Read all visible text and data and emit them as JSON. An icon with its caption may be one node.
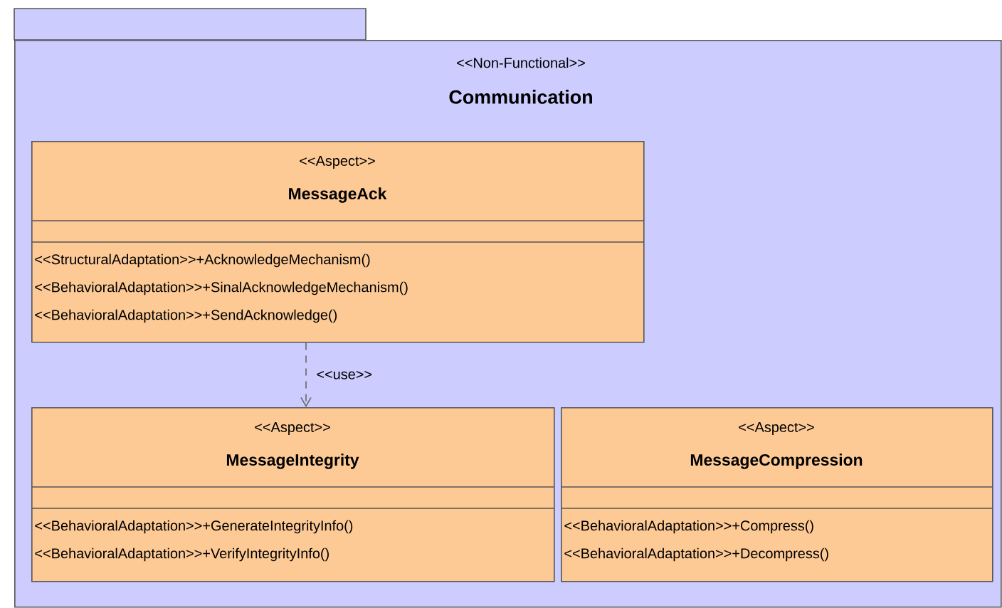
{
  "diagram": {
    "nodes": [
      {
        "text": [
          "<<Non-Functional>>",
          "Communication"
        ]
      },
      {
        "text": [
          "<<Aspect>>",
          "MessageAck",
          "<<StructuralAdaptation>>+AcknowledgeMechanism()",
          "<<BehavioralAdaptation>>+SinalAcknowledgeMechanism()",
          "<<BehavioralAdaptation>>+SendAcknowledge()"
        ],
        "in": 0
      },
      {
        "text": [
          "<<Aspect>>",
          "MessageIntegrity",
          "<<BehavioralAdaptation>>+GenerateIntegrityInfo()",
          "<<BehavioralAdaptation>>+VerifyIntegrityInfo()"
        ],
        "in": 0
      },
      {
        "text": [
          "<<Aspect>>",
          "MessageCompression",
          "<<BehavioralAdaptation>>+Compress()",
          "<<BehavioralAdaptation>>+Decompress()"
        ],
        "in": 0
      }
    ],
    "edges": [
      {
        "from": 1,
        "to": 2,
        "arrow": "to",
        "style": "dashed",
        "label": "<<use>>"
      }
    ]
  }
}
